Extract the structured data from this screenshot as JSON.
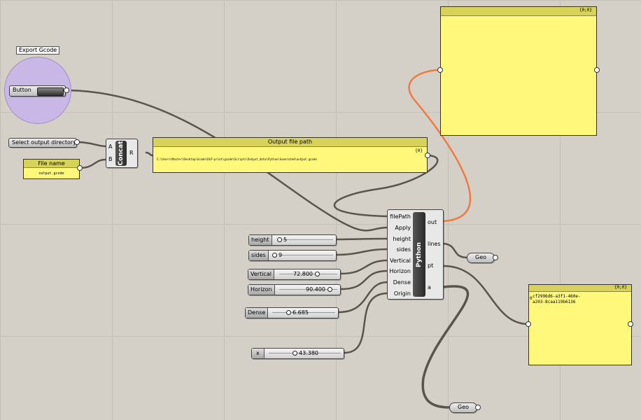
{
  "wire_color": "#5a544c",
  "selected_wire_color": "#f07a3e",
  "panel_color": "#fff87a",
  "group_color": "#c9b7e6",
  "group": {
    "label": "Export Gcode"
  },
  "button": {
    "label": "Button"
  },
  "select_dir": {
    "label": "Select output directory"
  },
  "file_name": {
    "title": "File name",
    "value": "output.gcode"
  },
  "concat": {
    "title": "Concat",
    "inputs": [
      "A",
      "B"
    ],
    "output": "R"
  },
  "output_panel": {
    "title": "Output file path",
    "index": "{0}",
    "path": "C:\\Users\\Master\\Desktop\\Gcode\\DLP-print\\gcode\\Scripts\\Output_data\\Python\\Generated\\output.gcode"
  },
  "python": {
    "title": "Python",
    "inputs": [
      "filePath",
      "Apply",
      "height",
      "sides",
      "Vertical",
      "Horizon",
      "Dense",
      "Origin"
    ],
    "outputs": [
      "out",
      "lines",
      "pt",
      "a"
    ]
  },
  "sliders": {
    "height": {
      "label": "height",
      "value": "5"
    },
    "sides": {
      "label": "sides",
      "value": "9"
    },
    "vertical": {
      "label": "Vertical",
      "value": "72.800"
    },
    "horizon": {
      "label": "Horizon",
      "value": "90.400"
    },
    "dense": {
      "label": "Dense",
      "value": "6.685"
    },
    "x": {
      "label": "x",
      "value": "43.380"
    }
  },
  "out_panel": {
    "index": "{0;0}"
  },
  "pt_panel": {
    "index": "{0;0}",
    "lines": [
      "cf2996d6-a3f1-460e-",
      "a203-8caa119b6136"
    ],
    "marker": "0"
  },
  "geo_lines": {
    "label": "Geo"
  },
  "geo_a": {
    "label": "Geo"
  }
}
